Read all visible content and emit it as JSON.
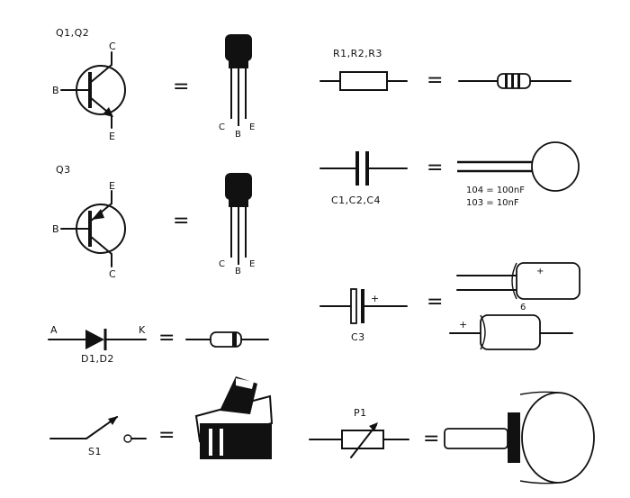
{
  "components": {
    "q1q2": {
      "ref": "Q1,Q2",
      "pin_c": "C",
      "pin_b": "B",
      "pin_e": "E",
      "leg_c": "C",
      "leg_b": "B",
      "leg_e": "E"
    },
    "q3": {
      "ref": "Q3",
      "pin_c": "C",
      "pin_b": "B",
      "pin_e": "E",
      "leg_c": "C",
      "leg_b": "B",
      "leg_e": "E"
    },
    "diode": {
      "ref": "D1,D2",
      "anode": "A",
      "cathode": "K"
    },
    "switch": {
      "ref": "S1"
    },
    "resistors": {
      "ref": "R1,R2,R3"
    },
    "capacitors": {
      "ref": "C1,C2,C4",
      "code_104": "104 = 100nF",
      "code_103": "103 = 10nF"
    },
    "electrolytic": {
      "ref": "C3",
      "plus_symbol": "+",
      "plus_body_top": "+",
      "plus_body_bottom": "+",
      "mark": "6"
    },
    "potentiometer": {
      "ref": "P1"
    }
  },
  "equals_sign": "="
}
